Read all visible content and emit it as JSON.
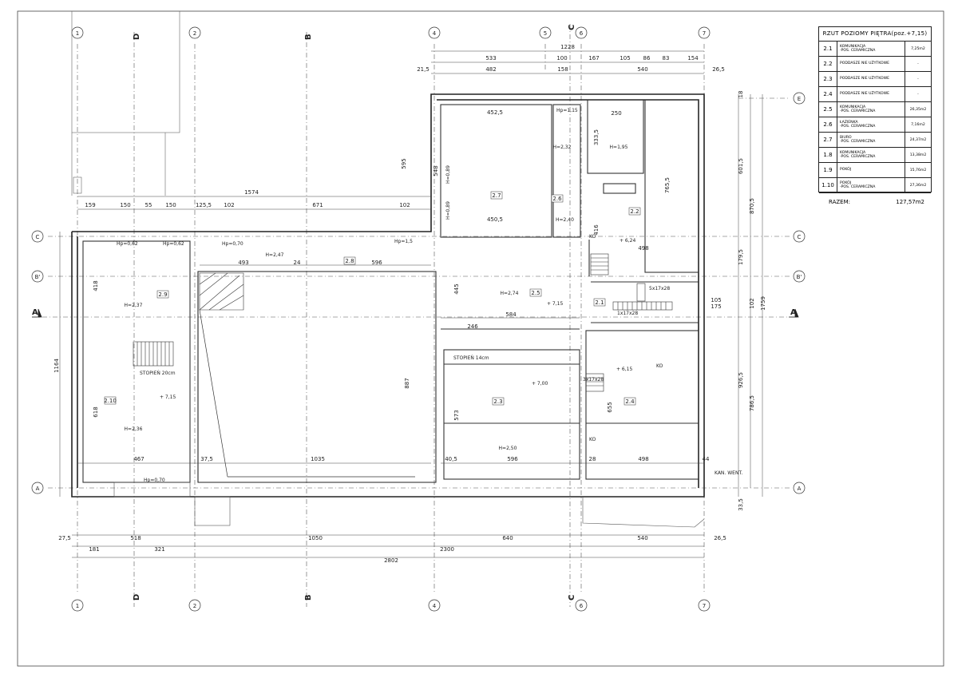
{
  "grid": {
    "columns": [
      "1",
      "2",
      "4",
      "5",
      "6",
      "7"
    ],
    "rows": [
      "E",
      "C",
      "B'",
      "A"
    ],
    "sections": [
      "A",
      "B",
      "C",
      "D"
    ]
  },
  "legend": {
    "title": "RZUT POZIOMY PIĘTRA(poz.+7,15)",
    "rows": [
      {
        "num": "2.1",
        "name": "KOMUNIKACJA",
        "sub": "-POS. CERAMICZNA",
        "area": "7,25m2"
      },
      {
        "num": "2.2",
        "name": "PODDASZE NIE UŻYTKOWE",
        "sub": "",
        "area": "-"
      },
      {
        "num": "2.3",
        "name": "PODDASZE NIE UŻYTKOWE",
        "sub": "",
        "area": "-"
      },
      {
        "num": "2.4",
        "name": "PODDASZE NIE UŻYTKOWE",
        "sub": "",
        "area": "-"
      },
      {
        "num": "2.5",
        "name": "KOMUNIKACJA",
        "sub": "-POS. CERAMICZNA",
        "area": "26,35m2"
      },
      {
        "num": "2.6",
        "name": "ŁAZIENKA",
        "sub": "-POS. CERAMICZNA",
        "area": "7,16m2"
      },
      {
        "num": "2.7",
        "name": "BIURO",
        "sub": "-POS. CERAMICZNA",
        "area": "24,37m2"
      },
      {
        "num": "1.8",
        "name": "KOMUNIKACJA",
        "sub": "-POS. CERAMICZNA",
        "area": "13,38m2"
      },
      {
        "num": "1.9",
        "name": "POKÓJ",
        "sub": "",
        "area": "15,76m2"
      },
      {
        "num": "1.10",
        "name": "POKÓJ",
        "sub": "-POS. CERAMICZNA",
        "area": "27,36m2"
      }
    ],
    "total_label": "RAZEM:",
    "total_value": "127,57m2"
  },
  "dims": {
    "top1": [
      "1228"
    ],
    "top2": [
      "533",
      "100",
      "167",
      "105",
      "86",
      "83",
      "154"
    ],
    "top3": [
      "21,5",
      "482",
      "158",
      "540",
      "26,5"
    ],
    "left_top": [
      "159",
      "150",
      "55",
      "150",
      "125,5",
      "102",
      "671",
      "102"
    ],
    "total_1574": "1574",
    "bottom1": [
      "27,5",
      "518",
      "1050",
      "640",
      "540",
      "26,5"
    ],
    "bottom2": [
      "181",
      "321",
      "2300"
    ],
    "bottom3": [
      "2802"
    ],
    "inner_bottom": [
      "467",
      "37,5",
      "1035",
      "40,5",
      "596",
      "28",
      "498",
      "44"
    ],
    "mid": [
      "493",
      "24",
      "596",
      "584",
      "246",
      "450,5",
      "452,5",
      "250",
      "498"
    ],
    "right": [
      "18",
      "601,5",
      "870,5",
      "179,5",
      "102",
      "1759",
      "926,5",
      "786,5",
      "33,5",
      "105",
      "175"
    ],
    "left": [
      "1164",
      "418",
      "618",
      "887",
      "445",
      "573",
      "655",
      "765,5",
      "548",
      "333,5",
      "416",
      "595"
    ]
  },
  "rooms": [
    {
      "id": "2.9",
      "h": "H=2,37"
    },
    {
      "id": "2.8",
      "h": "H=2,47"
    },
    {
      "id": "2.10",
      "h": "H=2,36"
    },
    {
      "id": "2.7",
      "h": ""
    },
    {
      "id": "2.6",
      "h": "H=2,32"
    },
    {
      "id": "2.2",
      "h": "H=1,95"
    },
    {
      "id": "2.5",
      "h": "H=2,74"
    },
    {
      "id": "2.1",
      "h": ""
    },
    {
      "id": "2.3",
      "h": "H=2,50"
    },
    {
      "id": "2.4",
      "h": ""
    }
  ],
  "notes": {
    "stopien20": "STOPIEŃ 20cm",
    "stopien14": "STOPIEŃ 14cm",
    "kan_went": "KAN. WENT.",
    "ko": "KO",
    "h240": "H=2,40",
    "hp062": "Hp=0,62",
    "hp070": "Hp=0,70",
    "hp115": "Hp=1,15",
    "lev715": "+ 7,15",
    "lev700": "+ 7,00",
    "lev615": "+ 6,15",
    "lev624": "+ 6,24",
    "stair1": "5x17x28",
    "stair2": "3x17x28",
    "stair3": "1x17x28",
    "hw089": "H=0,89",
    "hp15": "Hp=1,5"
  }
}
